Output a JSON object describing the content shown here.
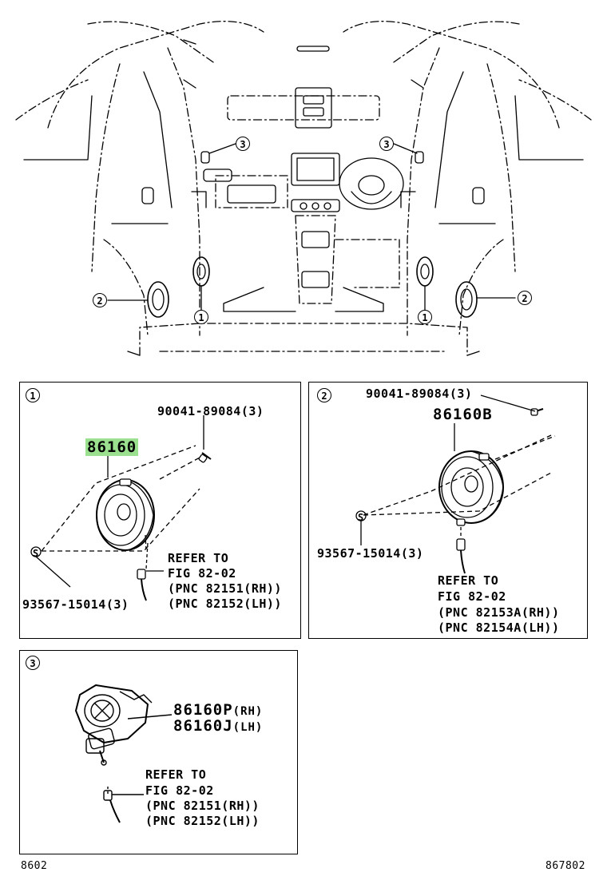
{
  "overview": {
    "callouts": {
      "c1_left": "1",
      "c1_right": "1",
      "c2_left": "2",
      "c2_right": "2",
      "c3_left": "3",
      "c3_right": "3"
    }
  },
  "panel1": {
    "index": "1",
    "part_number": "86160",
    "screw": "90041-89084(3)",
    "clip": "93567-15014(3)",
    "clip_symbol": "S",
    "refer": [
      "REFER TO",
      "FIG 82-02",
      "(PNC 82151(RH))",
      "(PNC 82152(LH))"
    ]
  },
  "panel2": {
    "index": "2",
    "part_number": "86160B",
    "screw": "90041-89084(3)",
    "clip": "93567-15014(3)",
    "clip_symbol": "S",
    "refer": [
      "REFER TO",
      "FIG 82-02",
      "(PNC 82153A(RH))",
      "(PNC 82154A(LH))"
    ]
  },
  "panel3": {
    "index": "3",
    "part_rh": "86160P",
    "part_rh_suffix": "(RH)",
    "part_lh": "86160J",
    "part_lh_suffix": "(LH)",
    "refer": [
      "REFER TO",
      "FIG 82-02",
      "(PNC 82151(RH))",
      "(PNC 82152(LH))"
    ]
  },
  "footer": {
    "left_code": "8602",
    "right_code": "867802"
  }
}
